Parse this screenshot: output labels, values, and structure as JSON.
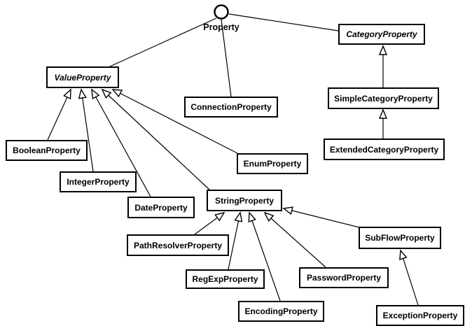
{
  "colors": {
    "line": "#000000",
    "background": "#ffffff",
    "node_fill": "#ffffff",
    "node_border": "#000000"
  },
  "diagram": {
    "type": "uml-class-diagram",
    "interface_node": {
      "label": "Property",
      "notation": "lollipop-circle"
    },
    "nodes": [
      {
        "label": "CategoryProperty",
        "abstract": true
      },
      {
        "label": "ValueProperty",
        "abstract": true
      },
      {
        "label": "ConnectionProperty",
        "abstract": false
      },
      {
        "label": "SimpleCategoryProperty",
        "abstract": false
      },
      {
        "label": "ExtendedCategoryProperty",
        "abstract": false
      },
      {
        "label": "BooleanProperty",
        "abstract": false
      },
      {
        "label": "IntegerProperty",
        "abstract": false
      },
      {
        "label": "EnumProperty",
        "abstract": false
      },
      {
        "label": "DateProperty",
        "abstract": false
      },
      {
        "label": "StringProperty",
        "abstract": false
      },
      {
        "label": "PathResolverProperty",
        "abstract": false
      },
      {
        "label": "RegExpProperty",
        "abstract": false
      },
      {
        "label": "PasswordProperty",
        "abstract": false
      },
      {
        "label": "EncodingProperty",
        "abstract": false
      },
      {
        "label": "SubFlowProperty",
        "abstract": false
      },
      {
        "label": "ExceptionProperty",
        "abstract": false
      }
    ],
    "edges": [
      {
        "from": "ValueProperty",
        "to": "Property",
        "type": "interface-link"
      },
      {
        "from": "ConnectionProperty",
        "to": "Property",
        "type": "interface-link"
      },
      {
        "from": "CategoryProperty",
        "to": "Property",
        "type": "interface-link"
      },
      {
        "from": "SimpleCategoryProperty",
        "to": "CategoryProperty",
        "type": "generalization"
      },
      {
        "from": "ExtendedCategoryProperty",
        "to": "SimpleCategoryProperty",
        "type": "generalization"
      },
      {
        "from": "BooleanProperty",
        "to": "ValueProperty",
        "type": "generalization"
      },
      {
        "from": "IntegerProperty",
        "to": "ValueProperty",
        "type": "generalization"
      },
      {
        "from": "DateProperty",
        "to": "ValueProperty",
        "type": "generalization"
      },
      {
        "from": "StringProperty",
        "to": "ValueProperty",
        "type": "generalization"
      },
      {
        "from": "EnumProperty",
        "to": "ValueProperty",
        "type": "generalization"
      },
      {
        "from": "PathResolverProperty",
        "to": "StringProperty",
        "type": "generalization"
      },
      {
        "from": "RegExpProperty",
        "to": "StringProperty",
        "type": "generalization"
      },
      {
        "from": "EncodingProperty",
        "to": "StringProperty",
        "type": "generalization"
      },
      {
        "from": "PasswordProperty",
        "to": "StringProperty",
        "type": "generalization"
      },
      {
        "from": "SubFlowProperty",
        "to": "StringProperty",
        "type": "generalization"
      },
      {
        "from": "ExceptionProperty",
        "to": "SubFlowProperty",
        "type": "generalization"
      }
    ]
  }
}
